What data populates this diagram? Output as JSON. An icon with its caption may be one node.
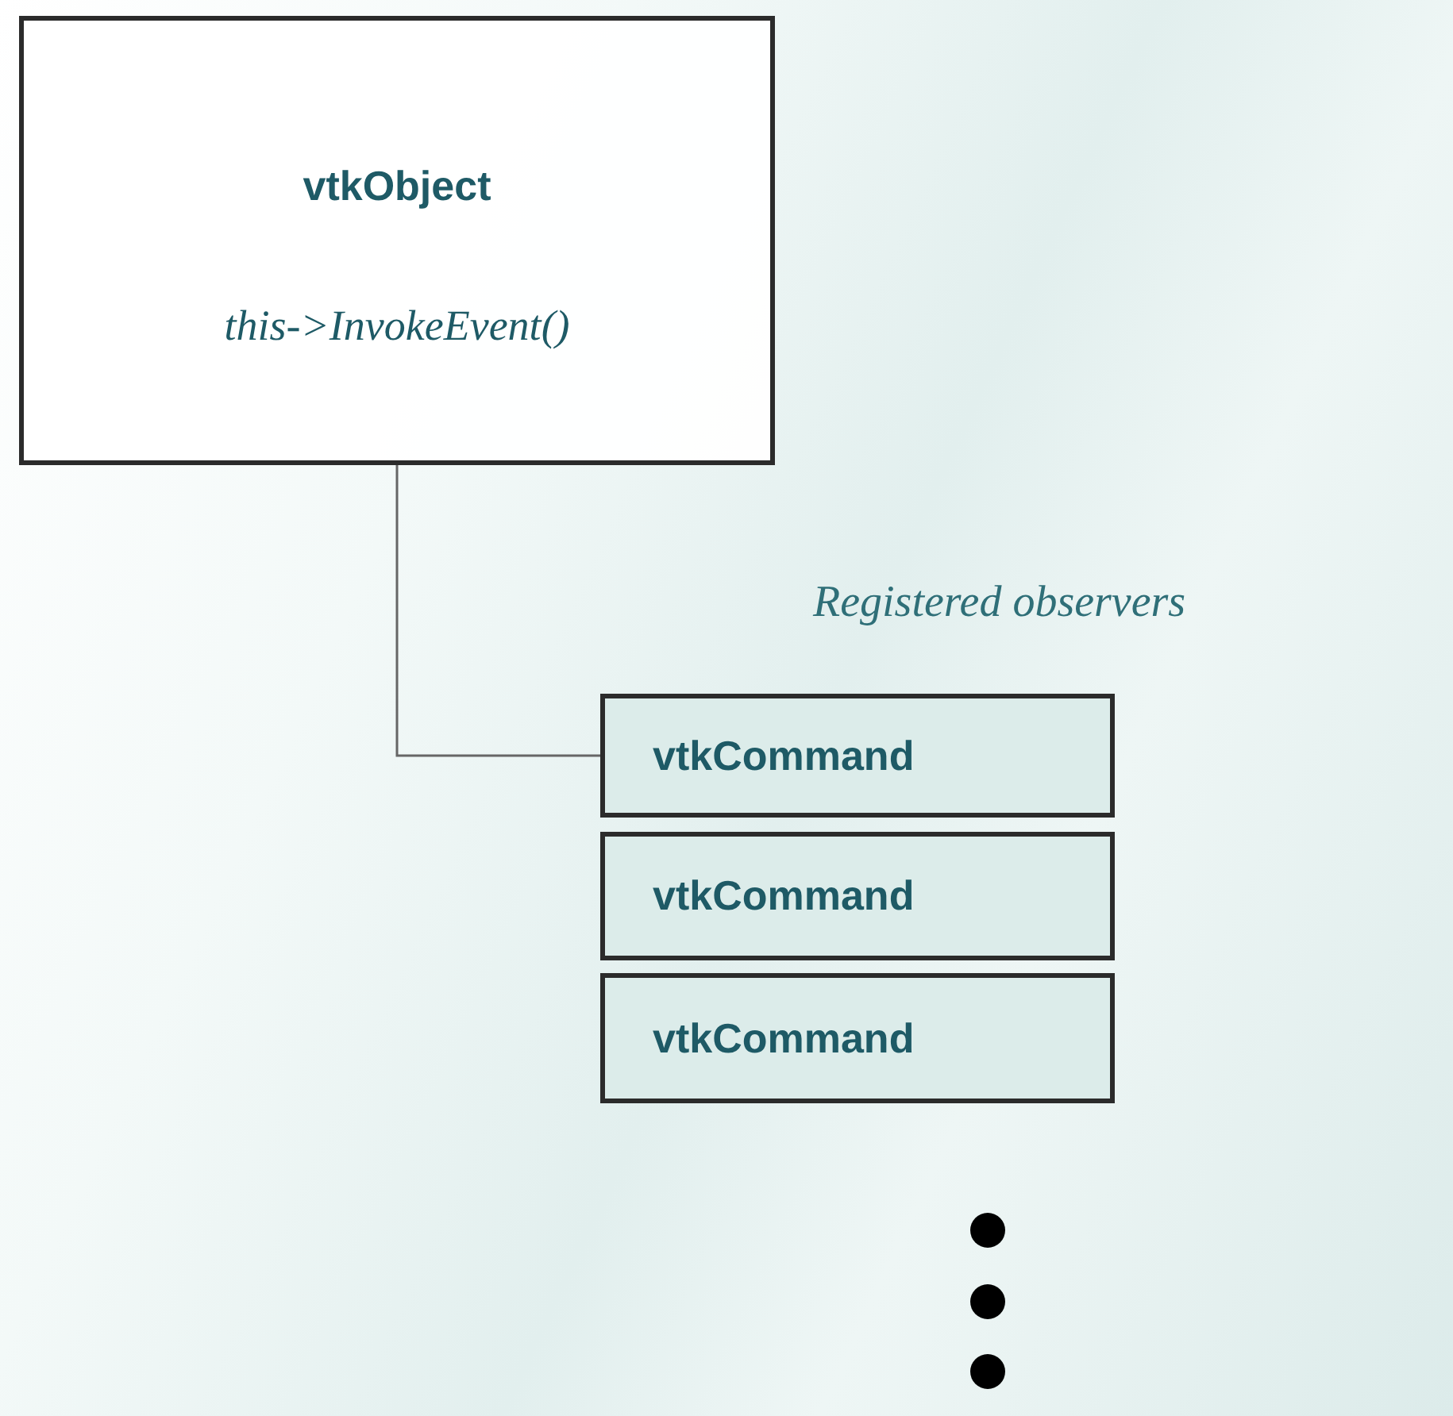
{
  "diagram": {
    "nodes": [
      {
        "text": [
          "vtkObject",
          "this->InvokeEvent()"
        ]
      },
      {
        "text": [
          "vtkCommand"
        ]
      },
      {
        "text": [
          "vtkCommand"
        ]
      },
      {
        "text": [
          "vtkCommand"
        ]
      }
    ],
    "edges": [
      {
        "from": 0,
        "to": 1,
        "arrow": "none"
      }
    ],
    "labels": [
      "Registered observers"
    ]
  }
}
